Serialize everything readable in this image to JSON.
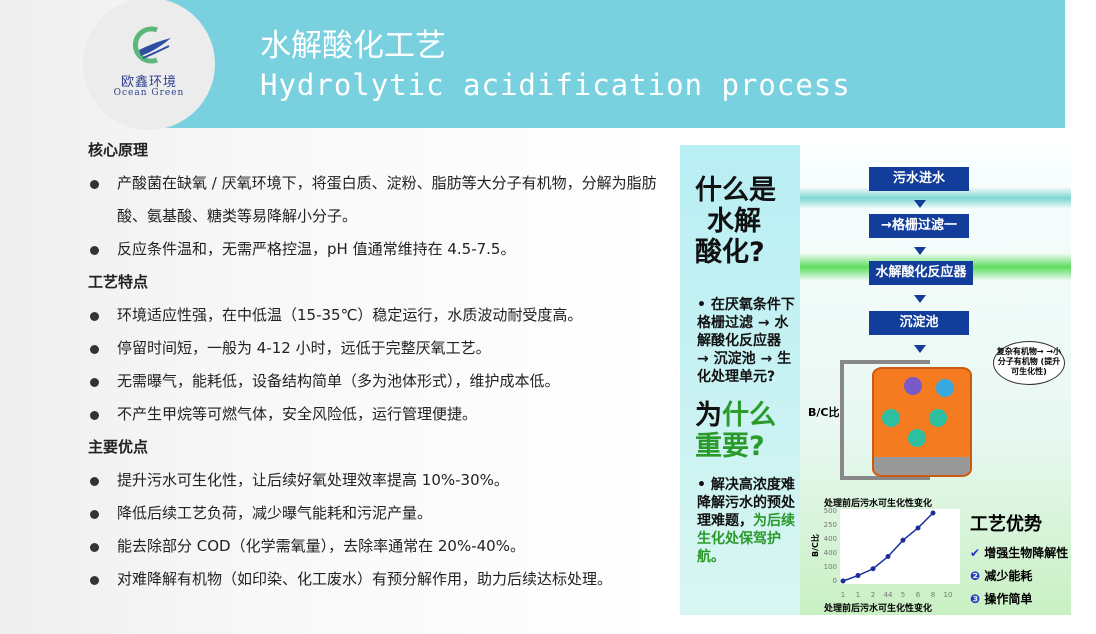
{
  "logo": {
    "name_cn": "欧鑫环境",
    "name_en": "Ocean Green"
  },
  "header": {
    "title_cn": "水解酸化工艺",
    "title_en": "Hydrolytic acidification process"
  },
  "sections": [
    {
      "heading": "核心原理",
      "items": [
        "产酸菌在缺氧 / 厌氧环境下，将蛋白质、淀粉、脂肪等大分子有机物，分解为脂肪酸、氨基酸、糖类等易降解小分子。",
        "反应条件温和，无需严格控温，pH 值通常维持在 4.5-7.5。"
      ]
    },
    {
      "heading": "工艺特点",
      "items": [
        "环境适应性强，在中低温（15-35℃）稳定运行，水质波动耐受度高。",
        "停留时间短，一般为 4-12 小时，远低于完整厌氧工艺。",
        "无需曝气，能耗低，设备结构简单（多为池体形式），维护成本低。",
        "不产生甲烷等可燃气体，安全风险低，运行管理便捷。"
      ]
    },
    {
      "heading": "主要优点",
      "items": [
        "提升污水可生化性，让后续好氧处理效率提高 10%-30%。",
        "降低后续工艺负荷，减少曝气能耗和污泥产量。",
        "能去除部分 COD（化学需氧量），去除率通常在 20%-40%。",
        "对难降解有机物（如印染、化工废水）有预分解作用，助力后续达标处理。"
      ]
    }
  ],
  "infographic": {
    "q1": [
      "什么是",
      "水解",
      "酸化?"
    ],
    "p1": "• 在厌氧条件下格栅过滤 → 水解酸化反应器 → 沉淀池 → 生化处理单元?",
    "q2a": "为",
    "q2b": "什么",
    "q2c": "重要?",
    "p2a": "• 解决高浓度难降解污水的预处理难题，",
    "p2b": "为后续生化处保驾护航。",
    "flow": [
      "污水进水",
      "→格栅过滤一",
      "水解酸化反应器",
      "沉淀池"
    ],
    "bubble": "复杂有机物→ →小分子有机物 (提升可生化性)",
    "tank_label": "B/C比",
    "adv_title": "工艺优势",
    "adv": [
      {
        "icon": "check-circle-icon",
        "text": "增强生物降解性"
      },
      {
        "icon": "2",
        "text": "减少能耗"
      },
      {
        "icon": "3",
        "text": "操作简单"
      }
    ]
  },
  "chart_data": {
    "type": "line",
    "title": "处理前后污水可生化性变化",
    "xlabel": "处理前后污水可生化性变化",
    "ylabel": "B/C比",
    "yticks": [
      "0",
      "100",
      "400",
      "400",
      "250",
      "500"
    ],
    "xticks": [
      "1",
      "1",
      "2",
      "44",
      "5",
      "6",
      "8",
      "10"
    ],
    "x": [
      1,
      2,
      3,
      4,
      5,
      6,
      7
    ],
    "values": [
      0,
      40,
      90,
      180,
      300,
      390,
      500
    ],
    "color": "#1a2f9c"
  }
}
